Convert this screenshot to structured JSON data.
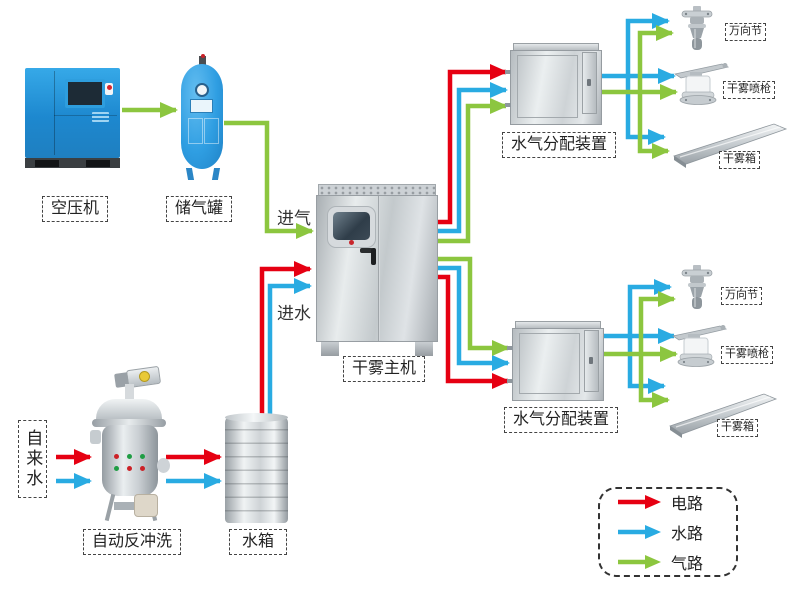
{
  "colors": {
    "electric": "#e60012",
    "water": "#29abe2",
    "air": "#8cc63f"
  },
  "equipment": {
    "air_compressor": {
      "label": "空压机"
    },
    "air_storage_tank": {
      "label": "储气罐"
    },
    "fog_main_unit": {
      "label": "干雾主机"
    },
    "auto_backwash_filter": {
      "label": "自动反冲洗"
    },
    "water_tank": {
      "label": "水箱"
    },
    "tap_water": {
      "label": "自来水"
    }
  },
  "pipes": {
    "air_inlet": "进气",
    "water_inlet": "进水"
  },
  "distribution_top": {
    "label": "水气分配装置",
    "devices": [
      {
        "label": "万向节"
      },
      {
        "label": "干雾喷枪"
      },
      {
        "label": "干雾箱"
      }
    ]
  },
  "distribution_bottom": {
    "label": "水气分配装置",
    "devices": [
      {
        "label": "万向节"
      },
      {
        "label": "干雾喷枪"
      },
      {
        "label": "干雾箱"
      }
    ]
  },
  "legend": {
    "items": [
      {
        "name": "electric",
        "label": "电路",
        "color": "#e60012"
      },
      {
        "name": "water",
        "label": "水路",
        "color": "#29abe2"
      },
      {
        "name": "air",
        "label": "气路",
        "color": "#8cc63f"
      }
    ]
  }
}
